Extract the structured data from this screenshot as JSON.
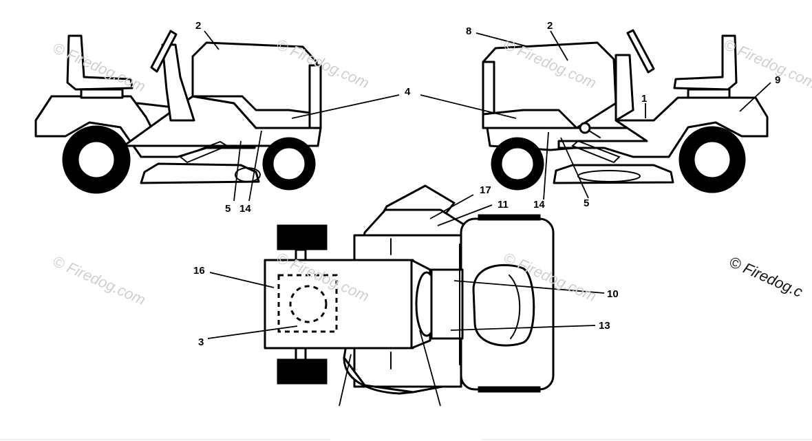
{
  "watermark_text": "© Firedog.com",
  "copyright_text": "© Firedog.c",
  "callouts_left": [
    "2",
    "4",
    "5",
    "14"
  ],
  "callouts_right": [
    "8",
    "2",
    "9",
    "1",
    "14",
    "5"
  ],
  "callouts_top": [
    "17",
    "11",
    "16",
    "3",
    "10",
    "13"
  ]
}
